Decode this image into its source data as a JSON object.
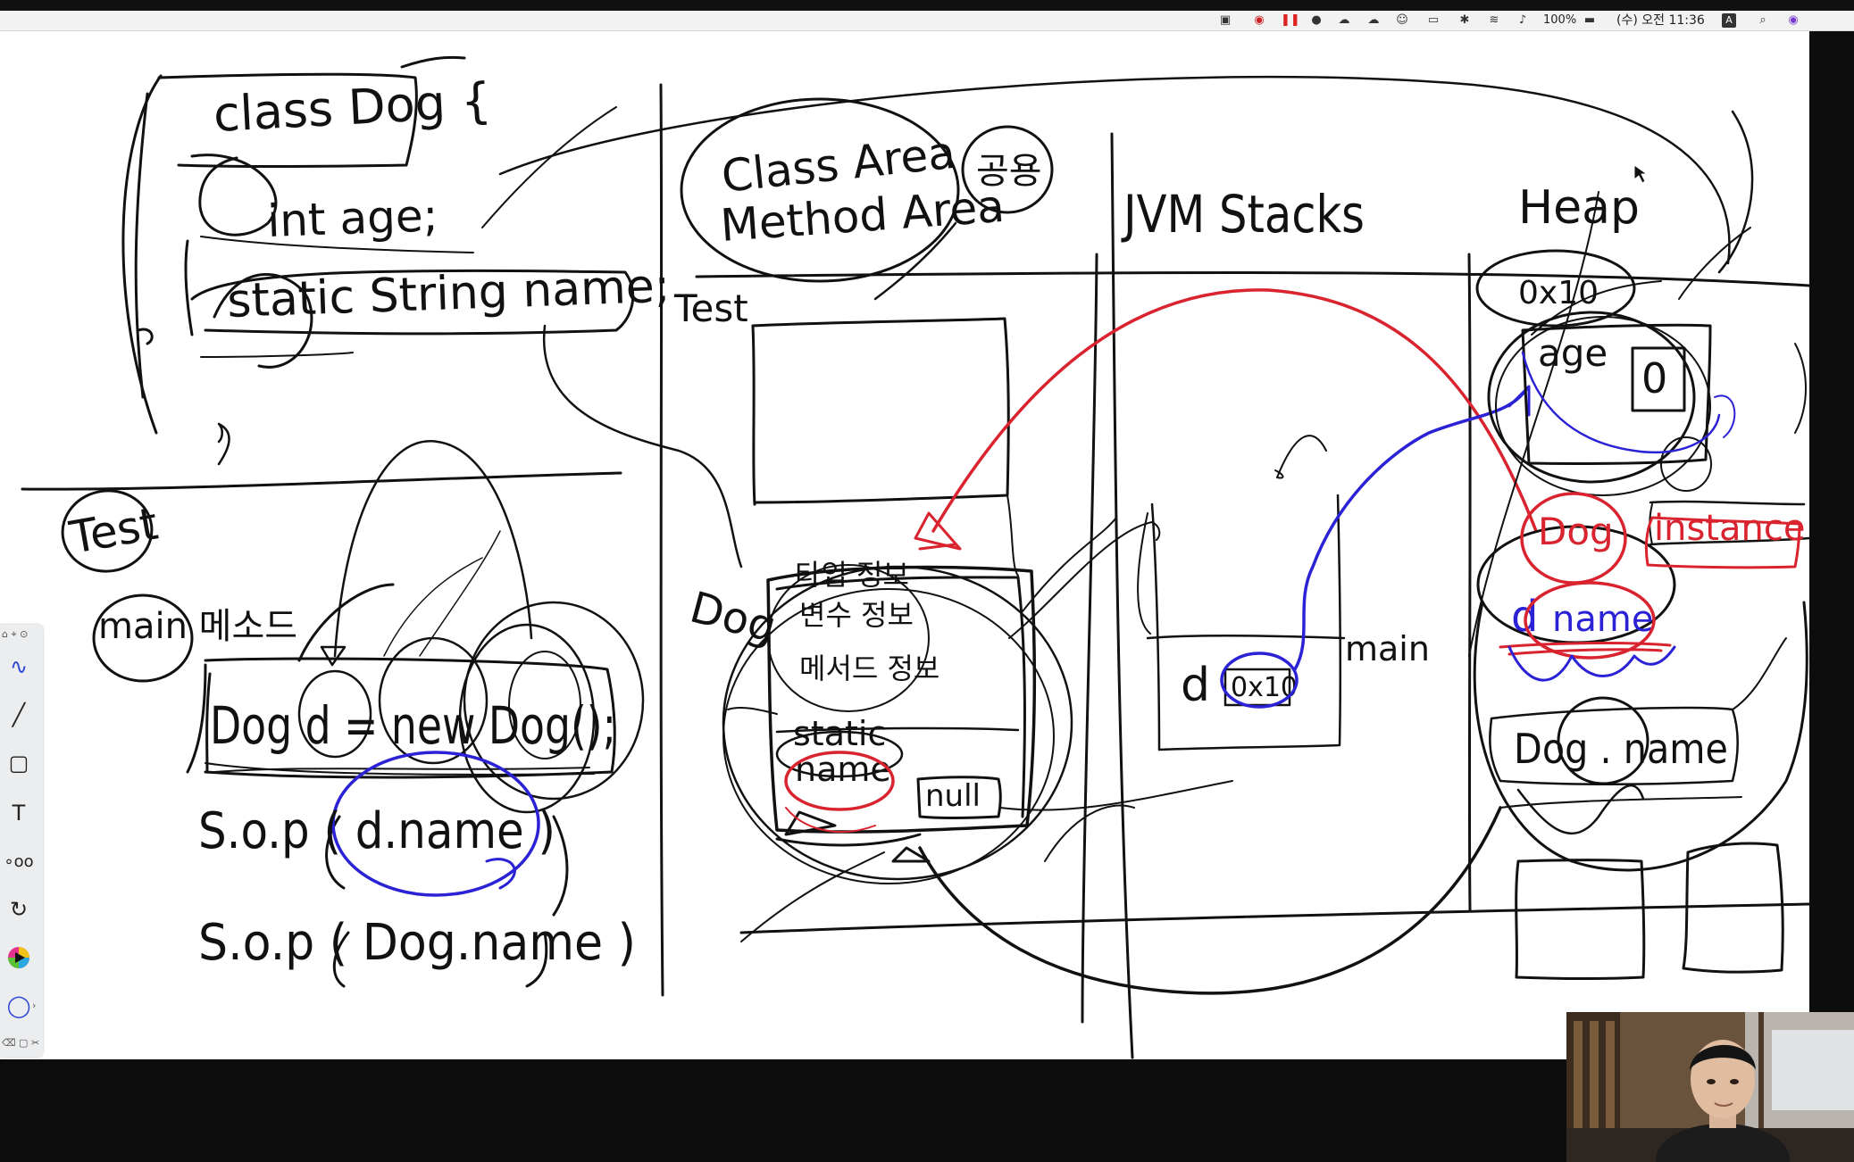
{
  "menubar": {
    "battery_percent": "100%",
    "clock": "(수) 오전 11:36",
    "input_source": "A",
    "icons": [
      "screen-capture-icon",
      "record-icon",
      "pause-icon",
      "notification-icon",
      "cloud-icon",
      "cloud-sync-icon",
      "accessibility-icon",
      "airplay-icon",
      "bluetooth-icon",
      "wifi-icon",
      "volume-icon",
      "battery-icon",
      "input-source-icon",
      "search-icon",
      "siri-icon"
    ]
  },
  "whiteboard": {
    "class_code": {
      "class_decl": "class Dog {",
      "field_age": "int age;",
      "field_name": "static String name;",
      "closing_brace": "}"
    },
    "test_section": {
      "title": "Test",
      "main_label": "main 메소드",
      "stmt_new_dog": "Dog d = new Dog();",
      "sop_instance": "S.o.p ( d.name )",
      "sop_static": "S.o.p ( Dog.name )"
    },
    "class_area": {
      "title_line1": "Class Area",
      "title_line2": "Method Area",
      "shared_label": "공용",
      "test_label": "Test",
      "dog_label": "Dog",
      "info_type": "타입 정보",
      "info_var": "변수 정보",
      "info_method": "메서드 정보",
      "static_label": "static",
      "static_field": "name",
      "static_value": "null"
    },
    "jvm_stacks": {
      "title": "JVM Stacks",
      "frame_label": "main",
      "var_name": "d",
      "var_value": "0x10"
    },
    "heap": {
      "title": "Heap",
      "address": "0x10",
      "field_age": "age",
      "age_value": "0",
      "class_label": "Dog",
      "instance_label": "instance",
      "instance_ref": "d",
      "instance_field": "name",
      "static_ref": "Dog . name"
    }
  },
  "toolbar": {
    "tools": [
      "pen-tool",
      "line-tool",
      "rectangle-tool",
      "text-tool",
      "connector-tool",
      "rotate-tool",
      "color-picker",
      "lasso-tool"
    ]
  },
  "colors": {
    "ink_black": "#111111",
    "ink_red": "#d9232e",
    "ink_blue": "#2b22d6",
    "canvas": "#ffffff",
    "menubar": "#f2f2f2"
  }
}
